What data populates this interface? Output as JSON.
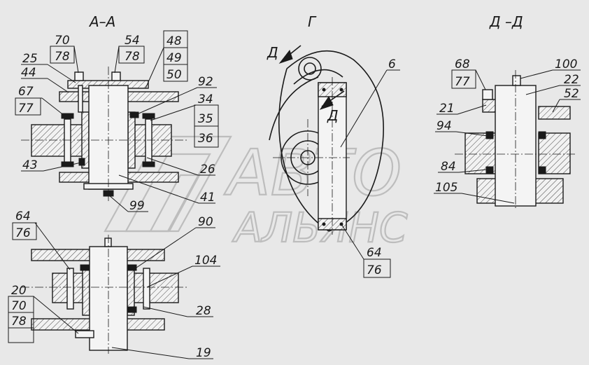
{
  "titles": {
    "section_aa": "А–А",
    "view_g": "Г",
    "section_dd": "Д –Д"
  },
  "cut_labels": {
    "d_top": "Д",
    "d_mid": "Д"
  },
  "watermark": {
    "line1": "АВТО",
    "line2": "АЛЬЯНС"
  },
  "callouts": {
    "c70a": "70",
    "c78a": "78",
    "c54": "54",
    "c78b": "78",
    "c48": "48",
    "c49": "49",
    "c50": "50",
    "c25": "25",
    "c44": "44",
    "c67": "67",
    "c77a": "77",
    "c92": "92",
    "c34": "34",
    "c35": "35",
    "c36": "36",
    "c43": "43",
    "c26": "26",
    "c41": "41",
    "c99": "99",
    "c64a": "64",
    "c76a": "76",
    "c90": "90",
    "c104": "104",
    "c28": "28",
    "c20": "20",
    "c70b": "70",
    "c78c": "78",
    "c19": "19",
    "c6": "6",
    "c64b": "64",
    "c76b": "76",
    "c68": "68",
    "c77b": "77",
    "c100": "100",
    "c22": "22",
    "c52": "52",
    "c21": "21",
    "c94": "94",
    "c84": "84",
    "c105": "105"
  }
}
